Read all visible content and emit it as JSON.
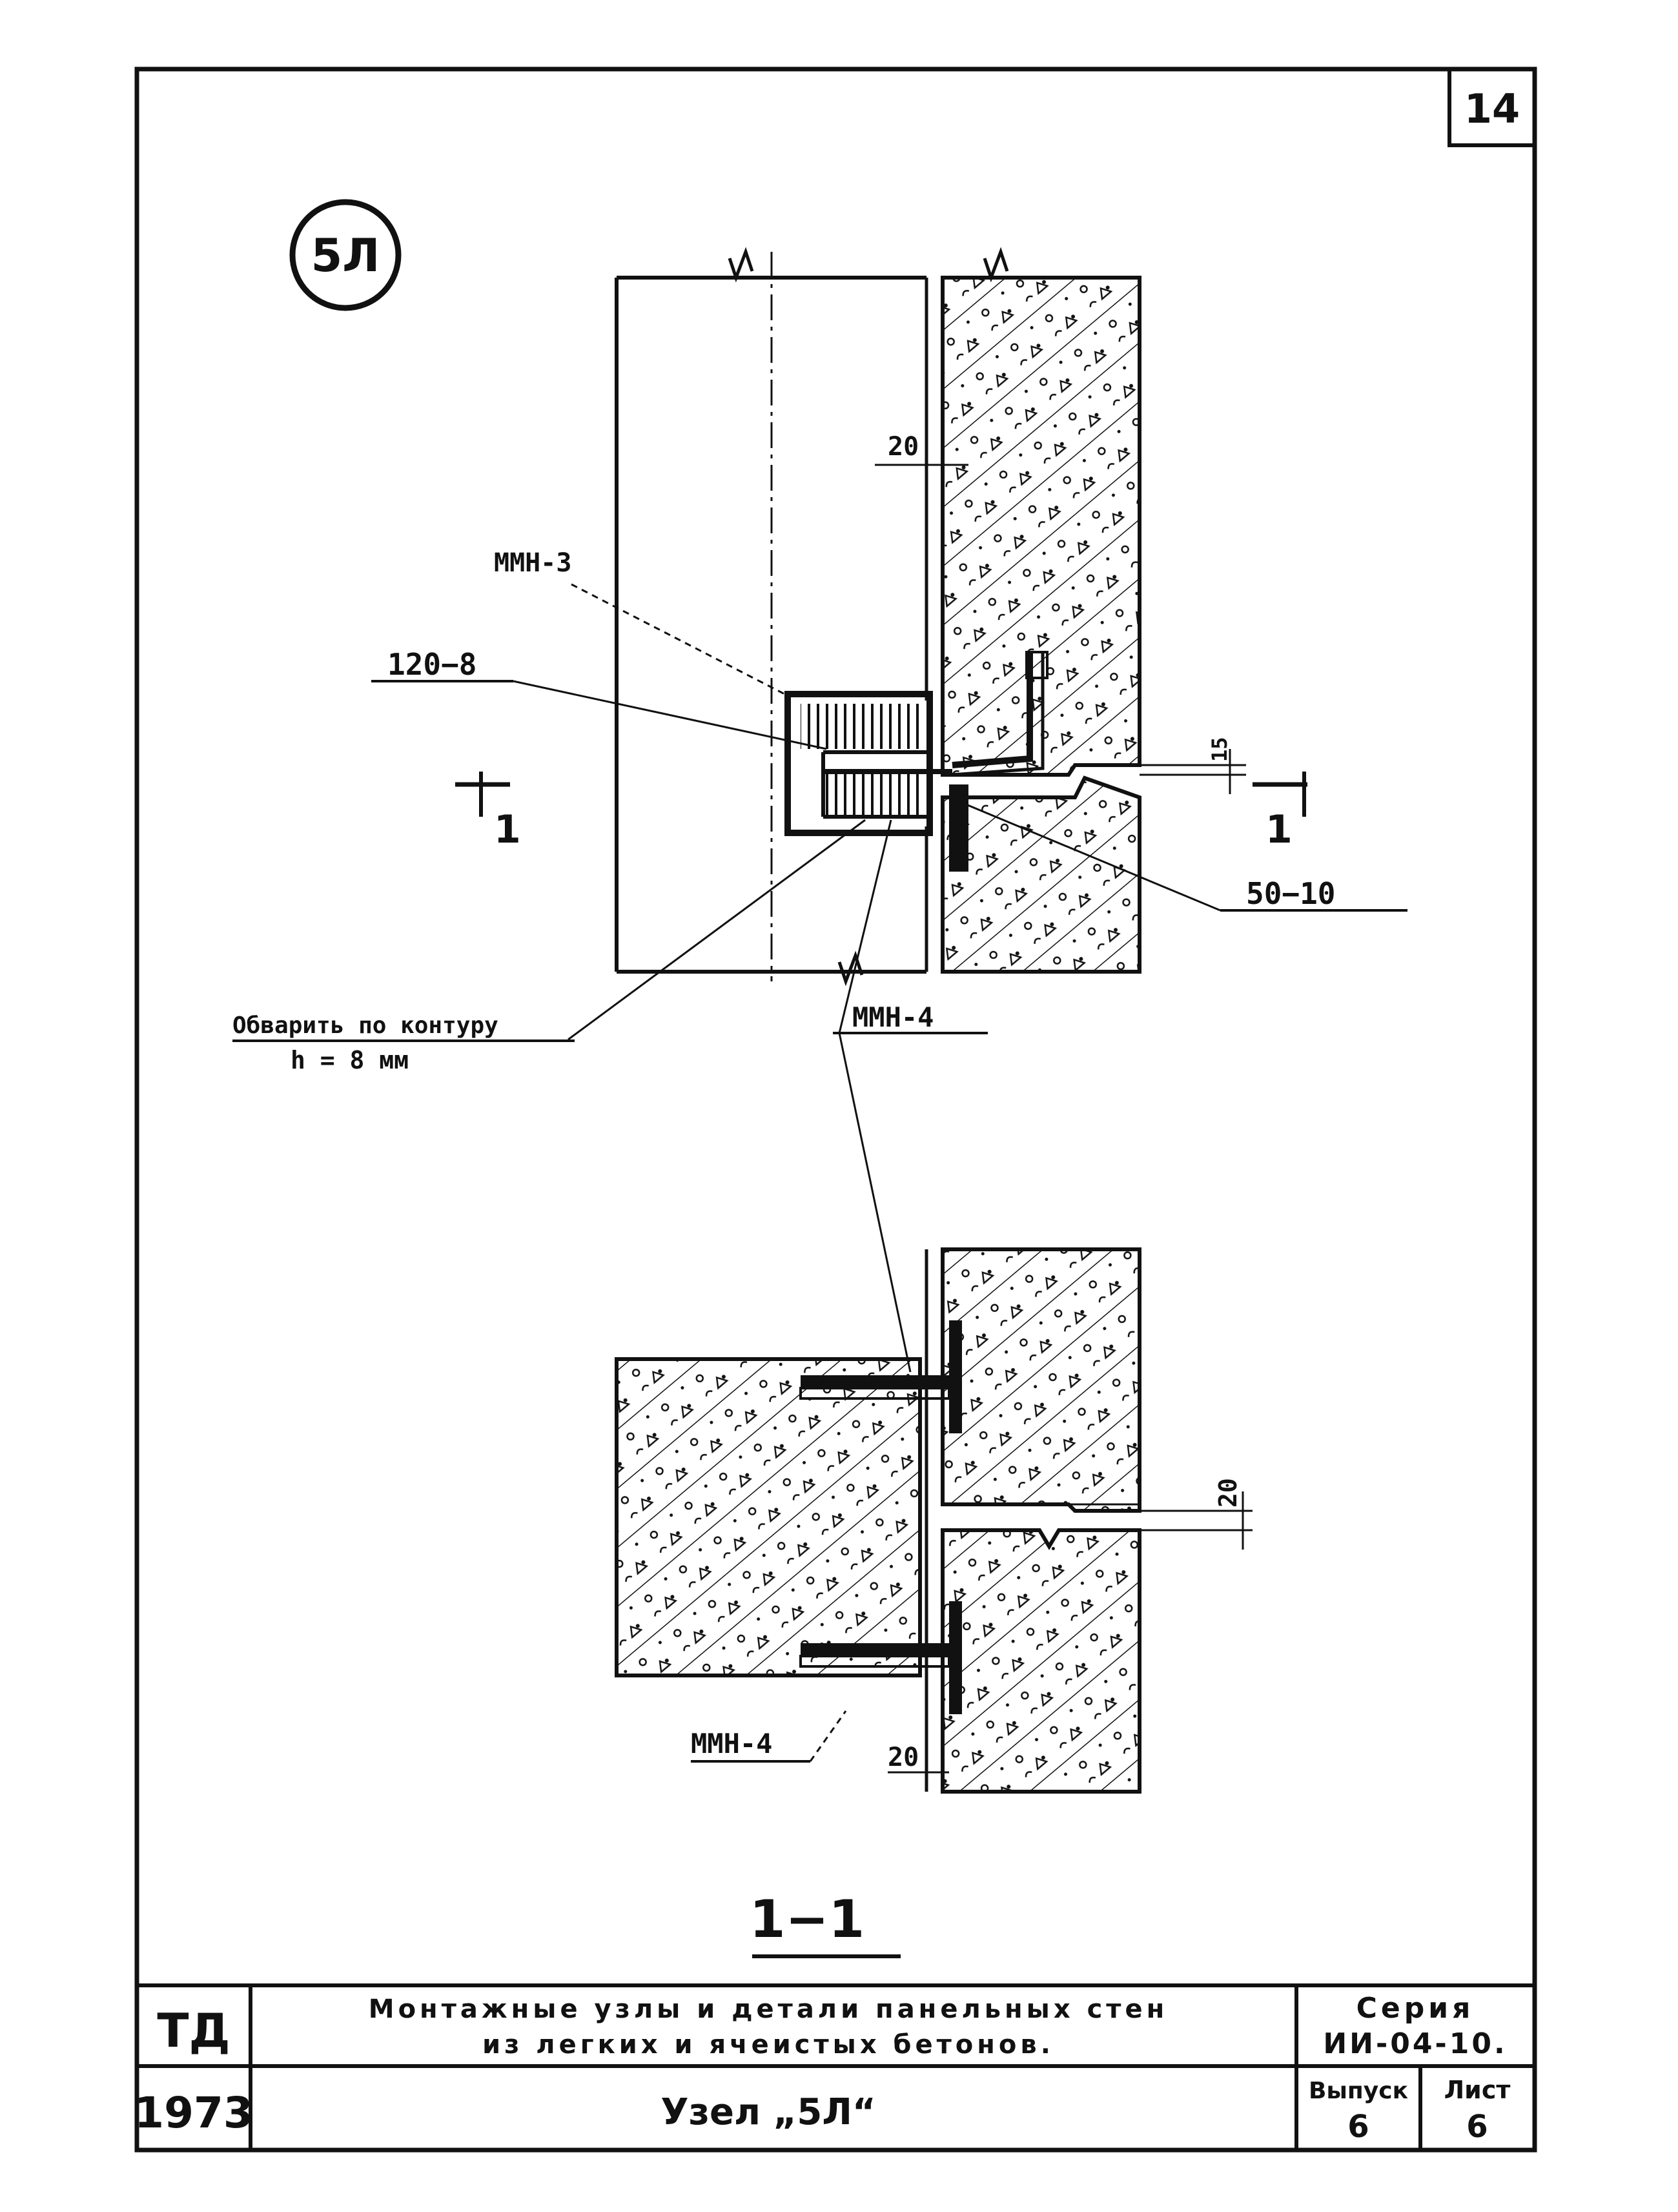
{
  "sheet_number": "14",
  "node_marker": "5Л",
  "labels": {
    "dim_top_20": "20",
    "mmn3": "ММН-3",
    "plate_120_8": "120−8",
    "dim_15": "15",
    "cut_left": "1",
    "cut_right": "1",
    "plate_50_10": "50−10",
    "weld_note_line1": "Обварить по контуру",
    "weld_note_line2": "h = 8 мм",
    "mmn4_upper": "ММН-4",
    "dim_mid_20": "20",
    "mmn4_lower": "ММН-4",
    "dim_bottom_20": "20",
    "section_title": "1−1"
  },
  "title_block": {
    "org": "ТД",
    "year": "1973",
    "title_line1": "Монтажные узлы и детали панельных стен",
    "title_line2": "из легких и ячеистых бетонов.",
    "sheet_title": "Узел „5Л“",
    "series_label": "Серия",
    "series_value": "ИИ-04-10.",
    "issue_label": "Выпуск",
    "issue_value": "6",
    "list_label": "Лист",
    "list_value": "6"
  },
  "colors": {
    "ink": "#111111",
    "paper": "#ffffff"
  }
}
